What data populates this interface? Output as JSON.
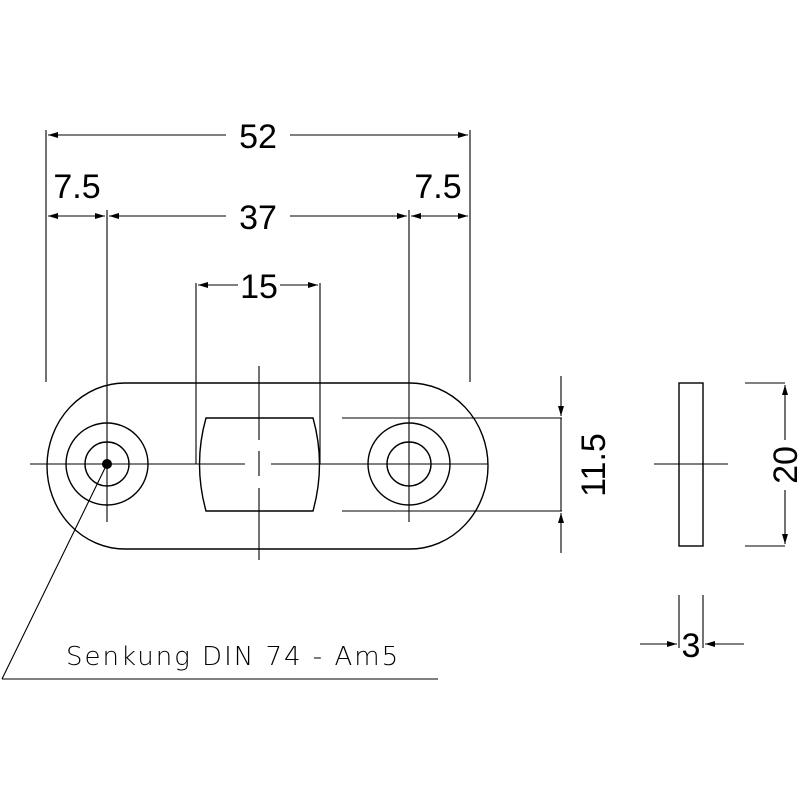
{
  "drawing": {
    "type": "technical-drawing",
    "subject": "oval plate with two countersunk holes",
    "colors": {
      "line": "#000000",
      "background": "#ffffff"
    },
    "dimensions": {
      "overall_length": "52",
      "left_edge_to_hole": "7.5",
      "right_edge_to_hole": "7.5",
      "hole_spacing": "37",
      "center_recess_width": "15",
      "recess_height": "11.5",
      "plate_width": "20",
      "plate_thickness": "3"
    },
    "callout": {
      "text": "Senkung DIN 74 - Am5"
    }
  }
}
